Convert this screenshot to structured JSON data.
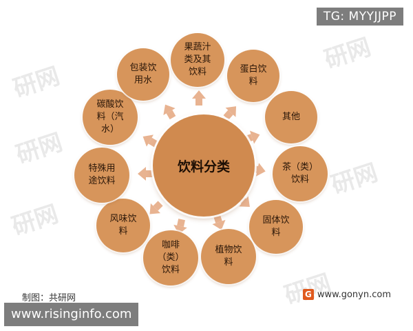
{
  "watermark_badge": "TG: MYYJJPP",
  "faint_watermark": "研网",
  "center_label": "饮料分类",
  "categories": [
    "果蔬汁\n类及其\n饮料",
    "蛋白饮\n料",
    "其他",
    "茶（类）\n饮料",
    "固体饮\n料",
    "植物饮\n料",
    "咖啡\n（类）\n饮料",
    "风味饮\n料",
    "特殊用\n途饮料",
    "碳酸饮\n料（汽\n水）",
    "包装饮\n用水"
  ],
  "source_label": "制图：共研网",
  "logo_mark": "G",
  "site_url": "www.gonyn.com",
  "bottom_url": "www.risinginfo.com",
  "colors": {
    "node_fill": "#d7955b",
    "center_fill": "#d08a4f",
    "arrow_fill": "#e8b391",
    "badge_bg": "#7d7d7d"
  }
}
